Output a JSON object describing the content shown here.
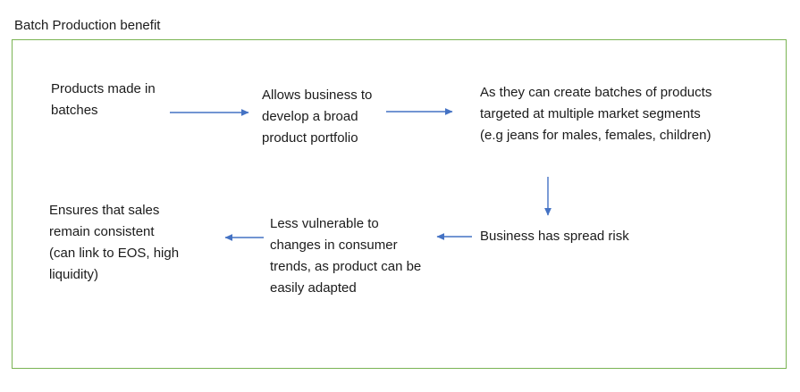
{
  "document": {
    "title": "Batch Production benefit"
  },
  "frame": {
    "border_color": "#7ab453",
    "background_color": "#ffffff"
  },
  "flow": {
    "arrow_color": "#4472c4",
    "nodes": [
      {
        "id": "products-made-in-batches",
        "text": "Products made in\nbatches"
      },
      {
        "id": "broad-product-portfolio",
        "text": "Allows business to\ndevelop a broad\nproduct portfolio"
      },
      {
        "id": "batches-market-segments",
        "text": "As they can create batches of products\ntargeted at multiple market segments\n(e.g jeans for males, females, children)"
      },
      {
        "id": "business-has-spread-risk",
        "text": "Business has spread risk"
      },
      {
        "id": "less-vulnerable-to-changes",
        "text": "Less vulnerable to\nchanges in consumer\ntrends, as product can be\neasily adapted"
      },
      {
        "id": "sales-remain-consistent",
        "text": "Ensures that sales\nremain consistent\n(can link to EOS, high\nliquidity)"
      }
    ],
    "connectors": [
      {
        "id": "arrow-products-to-portfolio",
        "direction": "right"
      },
      {
        "id": "arrow-portfolio-to-segments",
        "direction": "right"
      },
      {
        "id": "arrow-segments-to-spread-risk",
        "direction": "down"
      },
      {
        "id": "arrow-spread-risk-to-less-vulnerable",
        "direction": "left"
      },
      {
        "id": "arrow-less-vulnerable-to-sales",
        "direction": "left"
      }
    ]
  }
}
